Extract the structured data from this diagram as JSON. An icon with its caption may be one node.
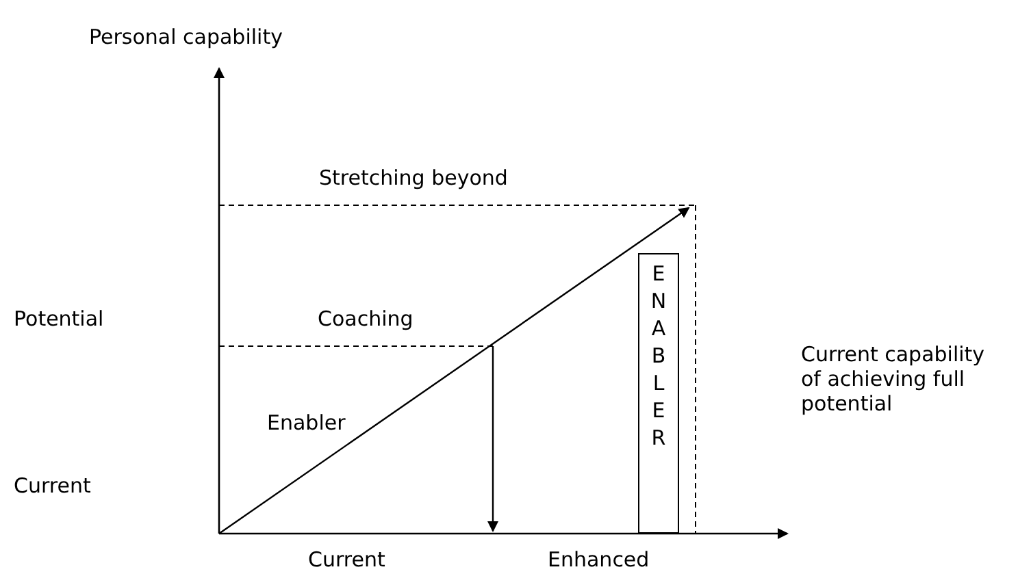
{
  "diagram": {
    "nodes": [
      {
        "text": [
          "ENABLER"
        ]
      }
    ],
    "edges": [],
    "labels": [
      "Personal capability",
      "Stretching beyond",
      "Potential",
      "Coaching",
      "Current capability of achieving full potential",
      "Enabler",
      "Current",
      "Current",
      "Enhanced"
    ]
  }
}
